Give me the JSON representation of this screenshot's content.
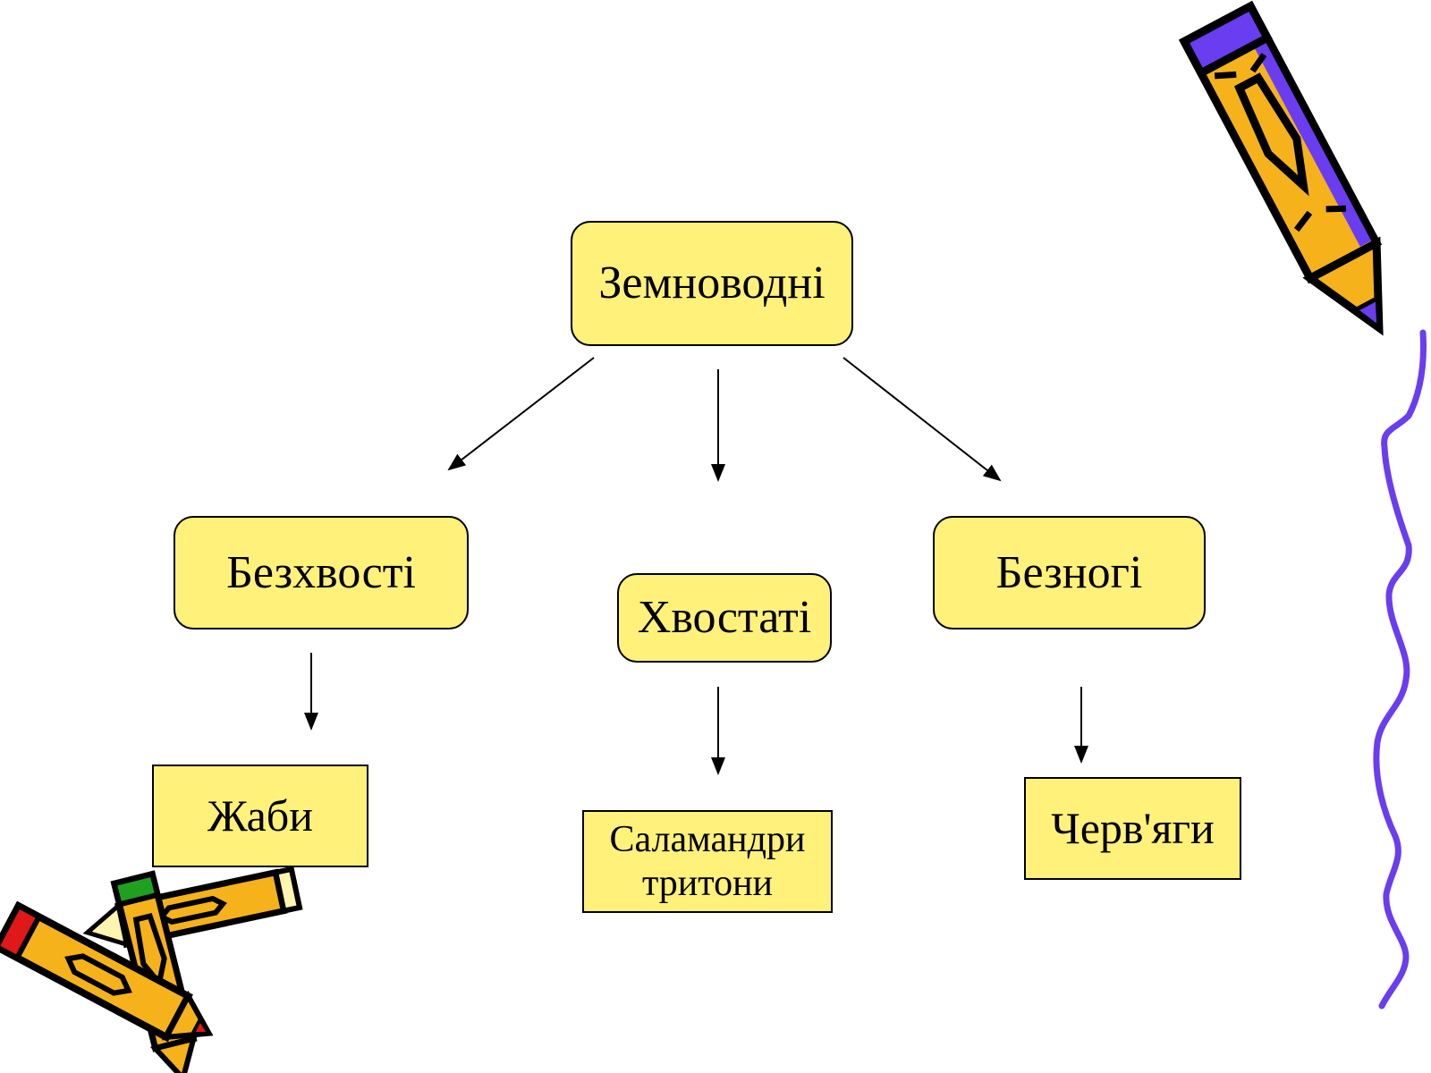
{
  "diagram": {
    "root": {
      "label": "Земноводні"
    },
    "groups": [
      {
        "label": "Безхвості"
      },
      {
        "label": "Хвостаті"
      },
      {
        "label": "Безногі"
      }
    ],
    "examples": [
      {
        "label": "Жаби"
      },
      {
        "lines": [
          "Саламандри",
          "тритони"
        ]
      },
      {
        "label": "Черв'яги"
      }
    ]
  },
  "colors": {
    "box_fill": "#fff17a",
    "box_border": "#000000",
    "squiggle": "#6a3df0",
    "pencil_body": "#f6b21a",
    "pencil_outline": "#000000"
  },
  "decorations": {
    "icons": [
      "pencil-icon",
      "pencils-cluster-icon",
      "squiggle-line"
    ]
  }
}
